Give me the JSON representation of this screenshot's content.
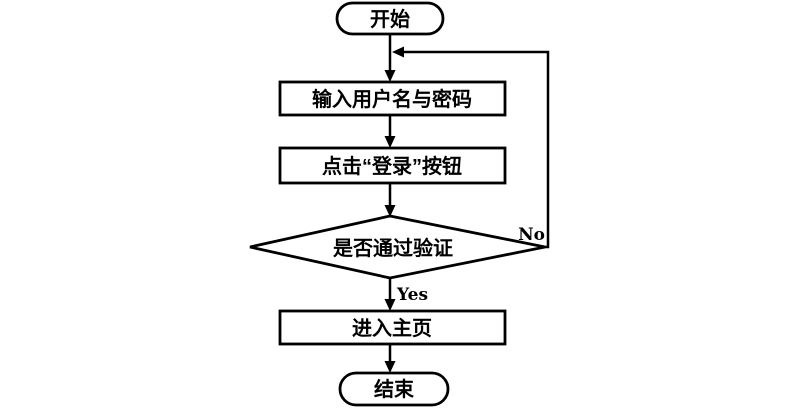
{
  "diagram": {
    "title": "login-flowchart",
    "background_color": "#ffffff",
    "stroke_color": "#000000",
    "nodes": {
      "start": {
        "label": "开始",
        "type": "terminator"
      },
      "input": {
        "label": "输入用户名与密码",
        "type": "process"
      },
      "click": {
        "label": "点击“登录”按钮",
        "type": "process"
      },
      "verify": {
        "label": "是否通过验证",
        "type": "decision"
      },
      "home": {
        "label": "进入主页",
        "type": "process"
      },
      "end": {
        "label": "结束",
        "type": "terminator"
      }
    },
    "edges": {
      "yes_label": "Yes",
      "no_label": "No"
    }
  }
}
